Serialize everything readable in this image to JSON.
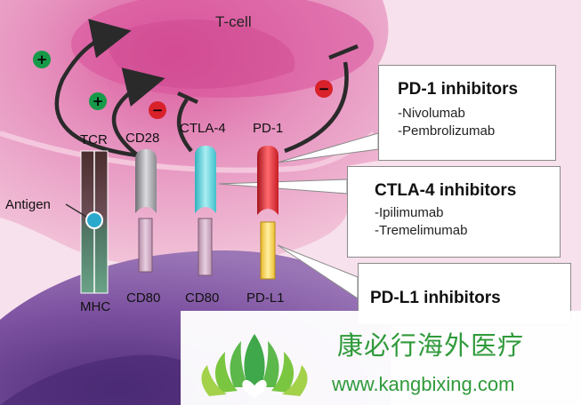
{
  "labels": {
    "t_cell": "T-cell",
    "tcr": "TCR",
    "antigen": "Antigen",
    "mhc": "MHC",
    "cd28": "CD28",
    "ctla4": "CTLA-4",
    "pd1": "PD-1",
    "cd80_a": "CD80",
    "cd80_b": "CD80",
    "pdl1": "PD-L1"
  },
  "signals": {
    "plus_1": "+",
    "plus_2": "+",
    "minus_1": "−",
    "minus_2": "−"
  },
  "boxes": {
    "pd1": {
      "title": "PD-1 inhibitors",
      "items": [
        "-Nivolumab",
        "-Pembrolizumab"
      ]
    },
    "ctla4": {
      "title": "CTLA-4 inhibitors",
      "items": [
        "-Ipilimumab",
        "-Tremelimumab"
      ]
    },
    "pdl1": {
      "title": "PD-L1 inhibitors"
    }
  },
  "watermark": {
    "brand_cn": "康必行海外医疗",
    "url": "www.kangbixing.com"
  },
  "colors": {
    "t_cell_fill": "#e9a9c7",
    "apc_fill": "#7d4f9c",
    "pd1_receptor": "#e0262f",
    "ctla4_receptor": "#5ed3dc",
    "pdl1_ligand": "#f6d24d",
    "plus_badge": "#169a49",
    "minus_badge": "#d8212a",
    "brand_green": "#2f9a3a"
  }
}
